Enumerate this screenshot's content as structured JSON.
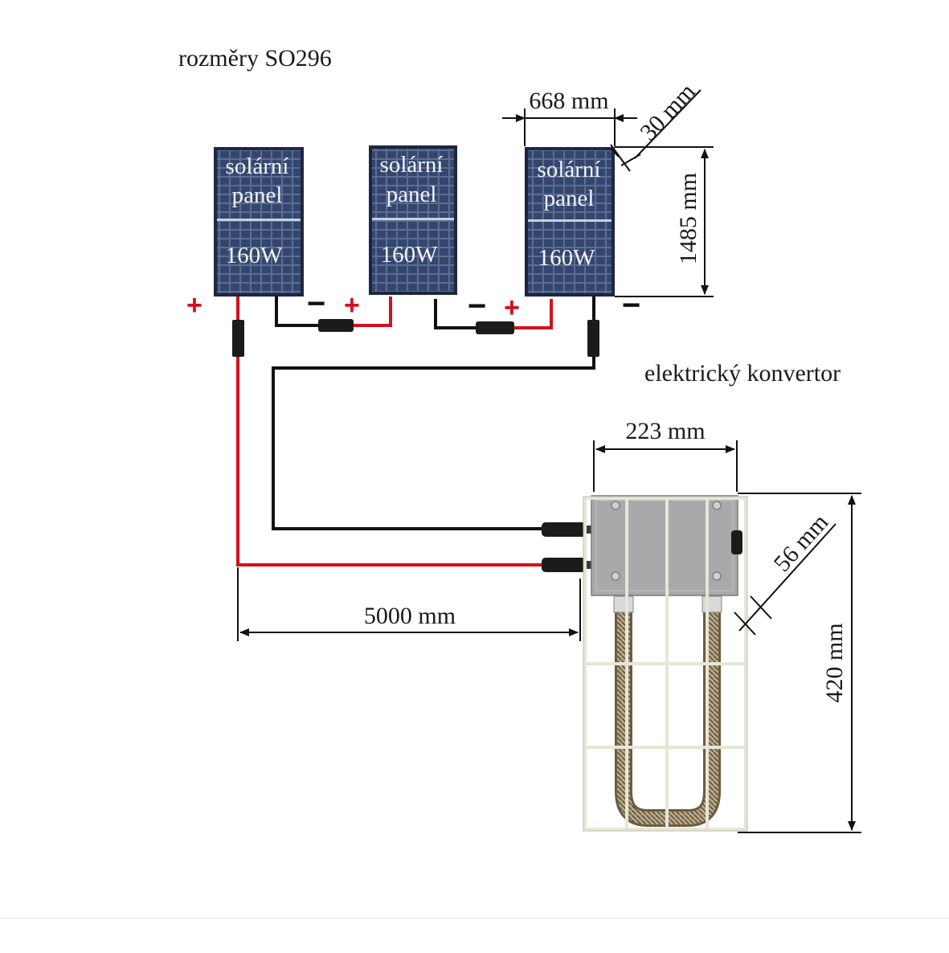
{
  "title": "rozměry SO296",
  "panels": [
    {
      "line1": "solární",
      "line2": "panel",
      "power": "160W"
    },
    {
      "line1": "solární",
      "line2": "panel",
      "power": "160W"
    },
    {
      "line1": "solární",
      "line2": "panel",
      "power": "160W"
    }
  ],
  "polarity": {
    "plus": "+",
    "minus": "−"
  },
  "dimensions": {
    "panel_width": "668 mm",
    "panel_depth": "30 mm",
    "panel_height": "1485 mm",
    "converter_width": "223 mm",
    "converter_depth": "56 mm",
    "converter_height": "420 mm",
    "cable_length": "5000 mm"
  },
  "converter_label": "elektrický konvertor",
  "colors": {
    "panel_frame": "#1c2740",
    "panel_cells": "#2d3d63",
    "wire_positive": "#d4101c",
    "wire_negative": "#111111",
    "converter_box": "#a9a9ab",
    "heating_coil": "#8c7a5a"
  }
}
